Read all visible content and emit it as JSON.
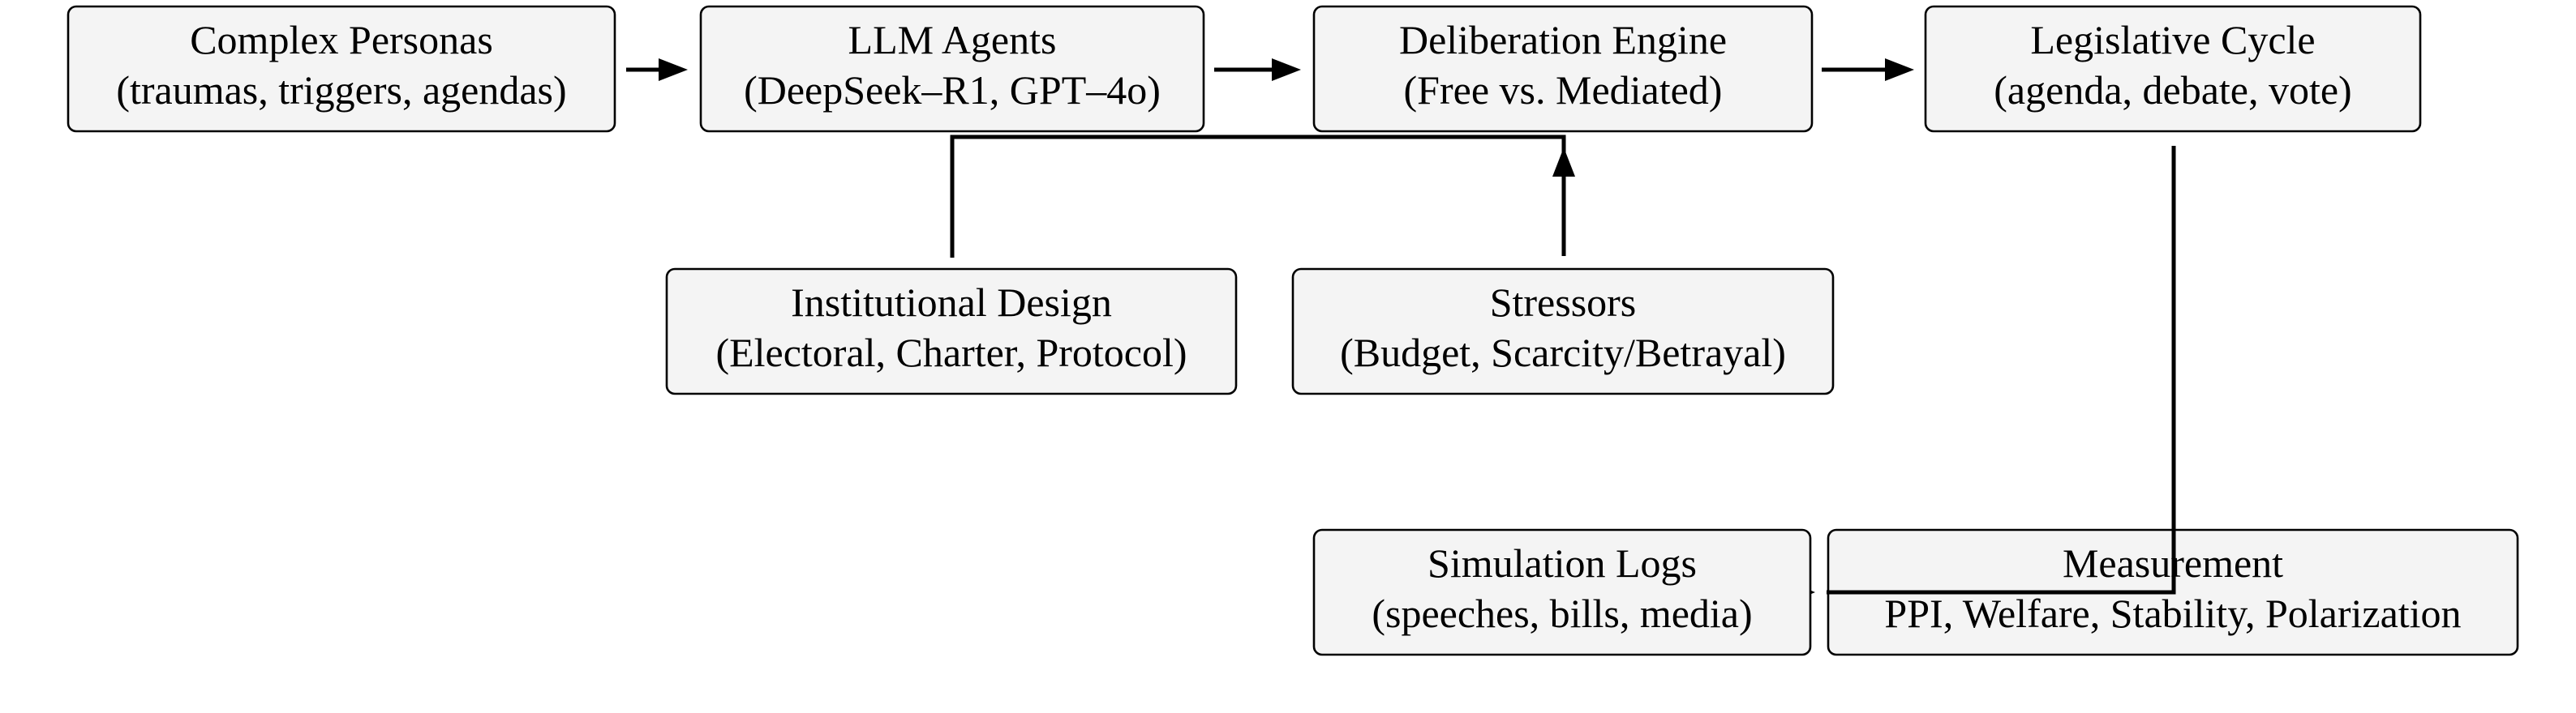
{
  "nodes": {
    "complex_personas": {
      "title": "Complex Personas",
      "subtitle": "(traumas, triggers, agendas)"
    },
    "llm_agents": {
      "title": "LLM Agents",
      "subtitle": "(DeepSeek–R1, GPT–4o)"
    },
    "deliberation_engine": {
      "title": "Deliberation Engine",
      "subtitle": "(Free vs. Mediated)"
    },
    "legislative_cycle": {
      "title": "Legislative Cycle",
      "subtitle": "(agenda, debate, vote)"
    },
    "institutional_design": {
      "title": "Institutional Design",
      "subtitle": "(Electoral, Charter, Protocol)"
    },
    "stressors": {
      "title": "Stressors",
      "subtitle": "(Budget, Scarcity/Betrayal)"
    },
    "simulation_logs": {
      "title": "Simulation Logs",
      "subtitle": "(speeches, bills, media)"
    },
    "measurement": {
      "title": "Measurement",
      "subtitle": "PPI, Welfare, Stability, Polarization"
    }
  },
  "colors": {
    "box_fill": "#f4f4f4",
    "stroke": "#000000",
    "text": "#000000"
  }
}
